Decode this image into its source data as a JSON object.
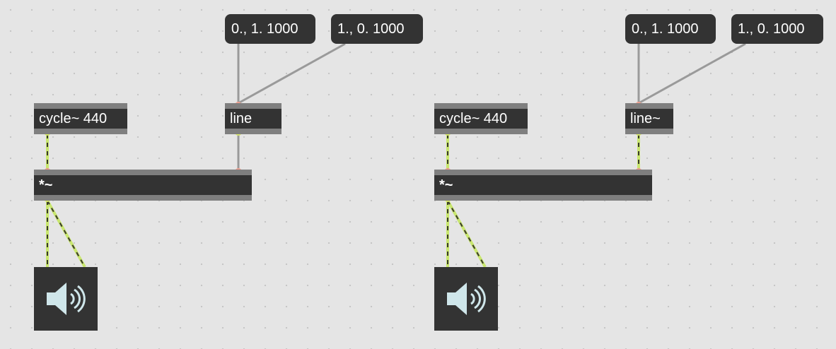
{
  "patches": [
    {
      "cycle": "cycle~ 440",
      "line": "line",
      "mul": "*~",
      "msg1": "0., 1. 1000",
      "msg2": "1., 0. 1000"
    },
    {
      "cycle": "cycle~ 440",
      "line": "line~",
      "mul": "*~",
      "msg1": "0., 1. 1000",
      "msg2": "1., 0. 1000"
    }
  ],
  "icons": {
    "dac": "speaker-icon"
  },
  "colors": {
    "signal_cord": "#c8e66e",
    "control_cord": "#a8a8a8",
    "object_bg": "#333333"
  }
}
